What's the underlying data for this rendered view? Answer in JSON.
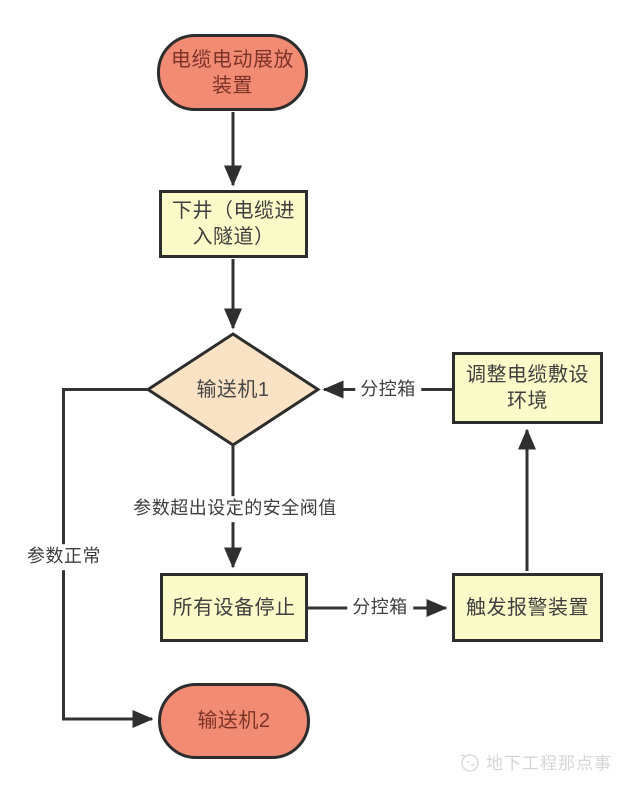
{
  "diagram": {
    "type": "flowchart",
    "colors": {
      "terminator_fill": "#F28B74",
      "terminator_text": "#7C3428",
      "process_fill": "#FBFBC9",
      "decision_fill": "#FAE3C5",
      "border": "#2D2D2D",
      "line": "#333333",
      "label_text": "#3F3F3F"
    },
    "nodes": [
      {
        "id": "start",
        "type": "terminator",
        "label": "电缆电动展放\n装置"
      },
      {
        "id": "down-well",
        "type": "process",
        "label": "下井（电缆进\n入隧道）"
      },
      {
        "id": "conveyor1",
        "type": "decision",
        "label": "输送机1"
      },
      {
        "id": "adjust-env",
        "type": "process",
        "label": "调整电缆敷设\n环境"
      },
      {
        "id": "stop-all",
        "type": "process",
        "label": "所有设备停止"
      },
      {
        "id": "alarm",
        "type": "process",
        "label": "触发报警装置"
      },
      {
        "id": "conveyor2",
        "type": "terminator",
        "label": "输送机2"
      }
    ],
    "edges": [
      {
        "from": "start",
        "to": "down-well",
        "label": ""
      },
      {
        "from": "down-well",
        "to": "conveyor1",
        "label": ""
      },
      {
        "from": "conveyor1",
        "to": "stop-all",
        "label": "参数超出设定的安全阀值"
      },
      {
        "from": "stop-all",
        "to": "alarm",
        "label": "分控箱"
      },
      {
        "from": "alarm",
        "to": "adjust-env",
        "label": ""
      },
      {
        "from": "adjust-env",
        "to": "conveyor1",
        "label": "分控箱"
      },
      {
        "from": "conveyor1",
        "to": "conveyor2",
        "label": "参数正常"
      }
    ]
  },
  "watermark": {
    "text": "地下工程那点事"
  }
}
